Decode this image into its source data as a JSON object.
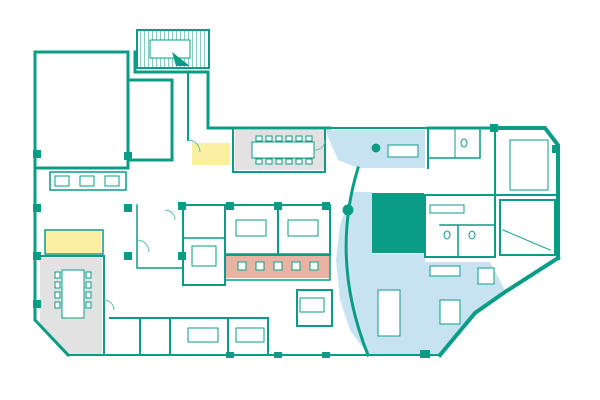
{
  "colors": {
    "wall": "#0b9c85",
    "wall_light": "#5bbfae",
    "floor": "#ffffff",
    "grey": "#e2e2e2",
    "blue": "#c7e3f2",
    "yellow": "#fbf0a2",
    "pink": "#e9b3a3",
    "furniture_line": "#0b9c85"
  },
  "rooms": [
    {
      "id": "stair-top",
      "fill": "floor"
    },
    {
      "id": "large-room-nw",
      "fill": "floor"
    },
    {
      "id": "room-nw-2",
      "fill": "floor"
    },
    {
      "id": "kitchenette",
      "fill": "yellow"
    },
    {
      "id": "meeting-room-top",
      "fill": "grey"
    },
    {
      "id": "lounge-top",
      "fill": "blue"
    },
    {
      "id": "restroom-ne",
      "fill": "floor"
    },
    {
      "id": "east-wing",
      "fill": "floor"
    },
    {
      "id": "booth-row",
      "fill": "floor"
    },
    {
      "id": "phone-booth-sw",
      "fill": "yellow"
    },
    {
      "id": "meeting-room-sw",
      "fill": "grey"
    },
    {
      "id": "small-rooms-center",
      "fill": "floor"
    },
    {
      "id": "meeting-rooms-center",
      "fill": "floor"
    },
    {
      "id": "counter-strip",
      "fill": "pink"
    },
    {
      "id": "open-lounge",
      "fill": "blue"
    },
    {
      "id": "core-block",
      "fill": "wall"
    },
    {
      "id": "restrooms-east",
      "fill": "floor"
    },
    {
      "id": "stair-east",
      "fill": "floor"
    },
    {
      "id": "bottom-rooms",
      "fill": "floor"
    }
  ],
  "icons": {
    "stairs": "stairs-icon",
    "door": "door-icon",
    "table": "table-icon",
    "chair": "chair-icon",
    "plant": "plant-icon",
    "toilet": "toilet-icon",
    "sink": "sink-icon"
  }
}
